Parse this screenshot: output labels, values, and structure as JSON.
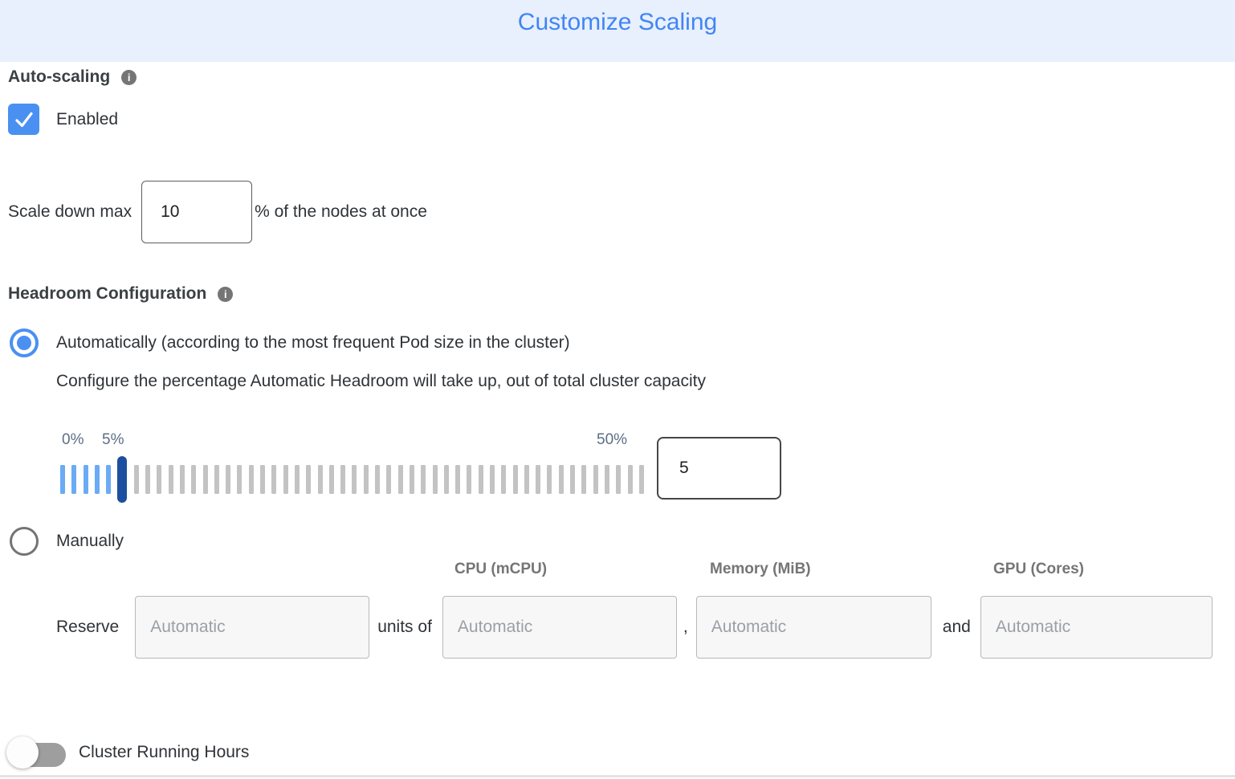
{
  "title": "Customize Scaling",
  "icons": {
    "info": "i"
  },
  "auto_scaling": {
    "label": "Auto-scaling",
    "checkbox_label": "Enabled",
    "checked": true
  },
  "scale_down": {
    "label": "Scale down max",
    "value": "10",
    "suffix": "% of the nodes at once"
  },
  "headroom": {
    "label": "Headroom Configuration",
    "options": {
      "automatic": {
        "label": "Automatically (according to the most frequent Pod size in the cluster)",
        "selected": true,
        "description": "Configure the percentage Automatic Headroom will take up, out of total cluster capacity"
      },
      "manual": {
        "label": "Manually",
        "selected": false
      }
    },
    "slider": {
      "min_label": "0%",
      "current_label": "5%",
      "max_label": "50%",
      "value": "5",
      "total_ticks": 51,
      "handle_index": 5
    }
  },
  "manual_reserve": {
    "reserve_label": "Reserve",
    "count_placeholder": "Automatic",
    "units_of_label": "units of",
    "comma_separator": ",",
    "and_separator": "and",
    "columns": [
      {
        "header": "CPU (mCPU)",
        "placeholder": "Automatic"
      },
      {
        "header": "Memory (MiB)",
        "placeholder": "Automatic"
      },
      {
        "header": "GPU (Cores)",
        "placeholder": "Automatic"
      }
    ]
  },
  "cluster_running_hours": {
    "label": "Cluster Running Hours",
    "enabled": false
  },
  "colors": {
    "accent_blue": "#4285f4",
    "header_bg": "#e8f0fe",
    "checkbox_blue": "#4a90f2",
    "slider_filled": "#6babf5",
    "slider_handle": "#1d4f9e",
    "slider_empty": "#c3c3c3",
    "slider_label": "#5e6e85",
    "toggle_off_track": "#9e9e9e",
    "divider": "#e4e4e4"
  }
}
